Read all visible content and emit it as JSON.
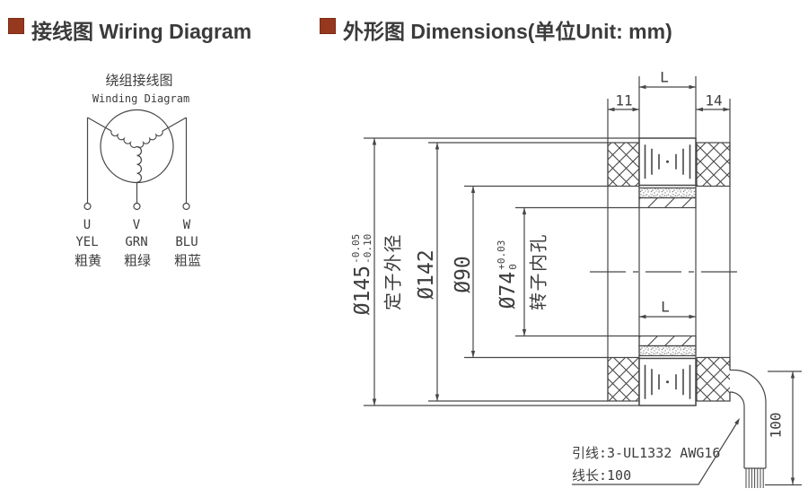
{
  "headers": {
    "wiring": "接线图 Wiring Diagram",
    "dimensions": "外形图 Dimensions(单位Unit: mm)"
  },
  "colors": {
    "accent": "#96381e",
    "line": "#474747",
    "text": "#3d3d3d"
  },
  "wiring_diagram": {
    "title_cn": "绕组接线图",
    "title_en": "Winding Diagram",
    "terminals": [
      {
        "id": "U",
        "code": "YEL",
        "cn": "粗黄"
      },
      {
        "id": "V",
        "code": "GRN",
        "cn": "粗绿"
      },
      {
        "id": "W",
        "code": "BLU",
        "cn": "粗蓝"
      }
    ]
  },
  "dims": {
    "top_length": "L",
    "left_end": "11",
    "right_end": "14",
    "stator_od": {
      "value": "Ø145",
      "tol_up": "-0.05",
      "tol_dn": "-0.10",
      "label": "定子外径"
    },
    "d142": "Ø142",
    "d90": "Ø90",
    "rotor_bore": {
      "value": "Ø74",
      "tol_up": "+0.03",
      "tol_dn": "0",
      "label": "转子内孔"
    },
    "mid_length": "L",
    "lead_length": "100",
    "lead_note1": "引线:3-UL1332 AWG16",
    "lead_note2": "线长:100"
  }
}
